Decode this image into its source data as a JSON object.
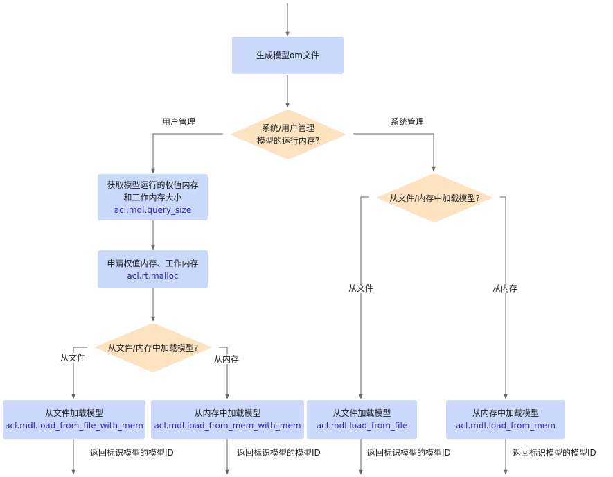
{
  "colors": {
    "box": "#c9d8fb",
    "decision": "#fde3bf",
    "line": "#666666",
    "api_text": "#2a28c9"
  },
  "nodes": {
    "generate": "生成模型om文件",
    "decision_mgmt": {
      "line1": "系统/用户管理",
      "line2": "模型的运行内存?"
    },
    "query": {
      "line1": "获取模型运行的权值内存",
      "line2": "和工作内存大小",
      "api": "acl.mdl.query_size"
    },
    "malloc": {
      "line1": "申请权值内存、工作内存",
      "api": "acl.rt.malloc"
    },
    "decision_load_user": "从文件/内存中加载模型?",
    "decision_load_sys": "从文件/内存中加载模型?",
    "load_file_mem": {
      "title": "从文件加载模型",
      "api": "acl.mdl.load_from_file_with_mem"
    },
    "load_mem_mem": {
      "title": "从内存中加载模型",
      "api": "acl.mdl.load_from_mem_with_mem"
    },
    "load_file": {
      "title": "从文件加载模型",
      "api": "acl.mdl.load_from_file"
    },
    "load_mem": {
      "title": "从内存中加载模型",
      "api": "acl.mdl.load_from_mem"
    }
  },
  "labels": {
    "user_mgmt": "用户管理",
    "sys_mgmt": "系统管理",
    "from_file_1": "从文件",
    "from_mem_1": "从内存",
    "from_file_2": "从文件",
    "from_mem_2": "从内存",
    "return_id_1": "返回标识模型的模型ID",
    "return_id_2": "返回标识模型的模型ID",
    "return_id_3": "返回标识模型的模型ID",
    "return_id_4": "返回标识模型的模型ID"
  }
}
